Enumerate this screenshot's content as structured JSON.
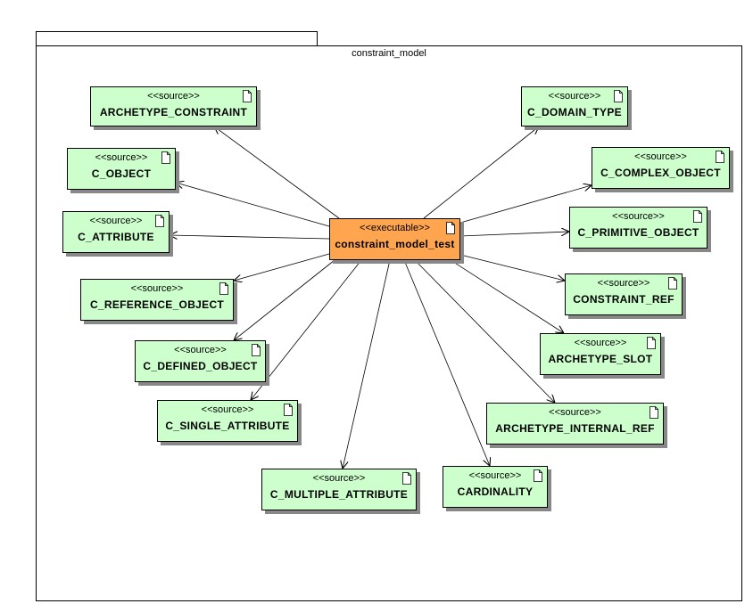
{
  "package": {
    "title": "constraint_model"
  },
  "center": {
    "stereotype": "<<executable>>",
    "name": "constraint_model_test",
    "icon": "document-icon"
  },
  "sources": [
    {
      "stereotype": "<<source>>",
      "name": "ARCHETYPE_CONSTRAINT"
    },
    {
      "stereotype": "<<source>>",
      "name": "C_DOMAIN_TYPE"
    },
    {
      "stereotype": "<<source>>",
      "name": "C_OBJECT"
    },
    {
      "stereotype": "<<source>>",
      "name": "C_COMPLEX_OBJECT"
    },
    {
      "stereotype": "<<source>>",
      "name": "C_ATTRIBUTE"
    },
    {
      "stereotype": "<<source>>",
      "name": "C_PRIMITIVE_OBJECT"
    },
    {
      "stereotype": "<<source>>",
      "name": "C_REFERENCE_OBJECT"
    },
    {
      "stereotype": "<<source>>",
      "name": "CONSTRAINT_REF"
    },
    {
      "stereotype": "<<source>>",
      "name": "C_DEFINED_OBJECT"
    },
    {
      "stereotype": "<<source>>",
      "name": "ARCHETYPE_SLOT"
    },
    {
      "stereotype": "<<source>>",
      "name": "C_SINGLE_ATTRIBUTE"
    },
    {
      "stereotype": "<<source>>",
      "name": "ARCHETYPE_INTERNAL_REF"
    },
    {
      "stereotype": "<<source>>",
      "name": "C_MULTIPLE_ATTRIBUTE"
    },
    {
      "stereotype": "<<source>>",
      "name": "CARDINALITY"
    }
  ],
  "colors": {
    "source_fill": "#ccffcc",
    "executable_fill": "#ffa550",
    "stroke": "#000000"
  }
}
